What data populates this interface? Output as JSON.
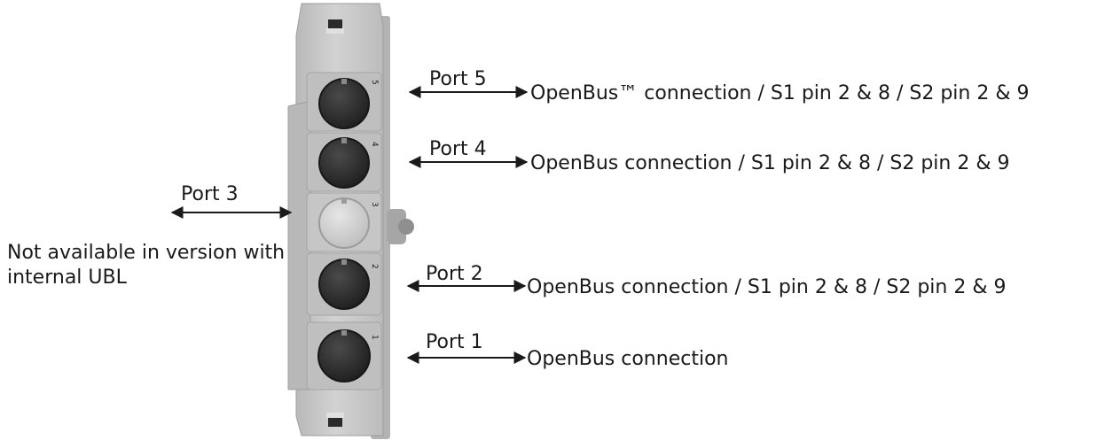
{
  "ports": [
    {
      "port_label": "Port 5",
      "description": "OpenBus™ connection / S1 pin 2 & 8 / S2 pin 2 & 9",
      "side": "right",
      "available": true,
      "connector_number": "5"
    },
    {
      "port_label": "Port 4",
      "description": "OpenBus connection / S1 pin 2 & 8  / S2 pin 2 & 9",
      "side": "right",
      "available": true,
      "connector_number": "4"
    },
    {
      "port_label": "Port 3",
      "side": "left",
      "available": false,
      "connector_number": "3"
    },
    {
      "port_label": "Port 2",
      "description": "OpenBus connection / S1 pin 2 & 8 / S2 pin 2 & 9",
      "side": "right",
      "available": true,
      "connector_number": "2"
    },
    {
      "port_label": "Port 1",
      "description": "OpenBus connection",
      "side": "right",
      "available": true,
      "connector_number": "1"
    }
  ],
  "port3_note": {
    "line1": "Not available in version with",
    "line2": "internal UBL"
  },
  "colors": {
    "housing": "#c9c9c9",
    "housing_dark": "#a9a9a9",
    "connector_active": "#2f2f2f",
    "connector_inactive": "#cfcfcf",
    "arrow": "#1a1a1a"
  }
}
